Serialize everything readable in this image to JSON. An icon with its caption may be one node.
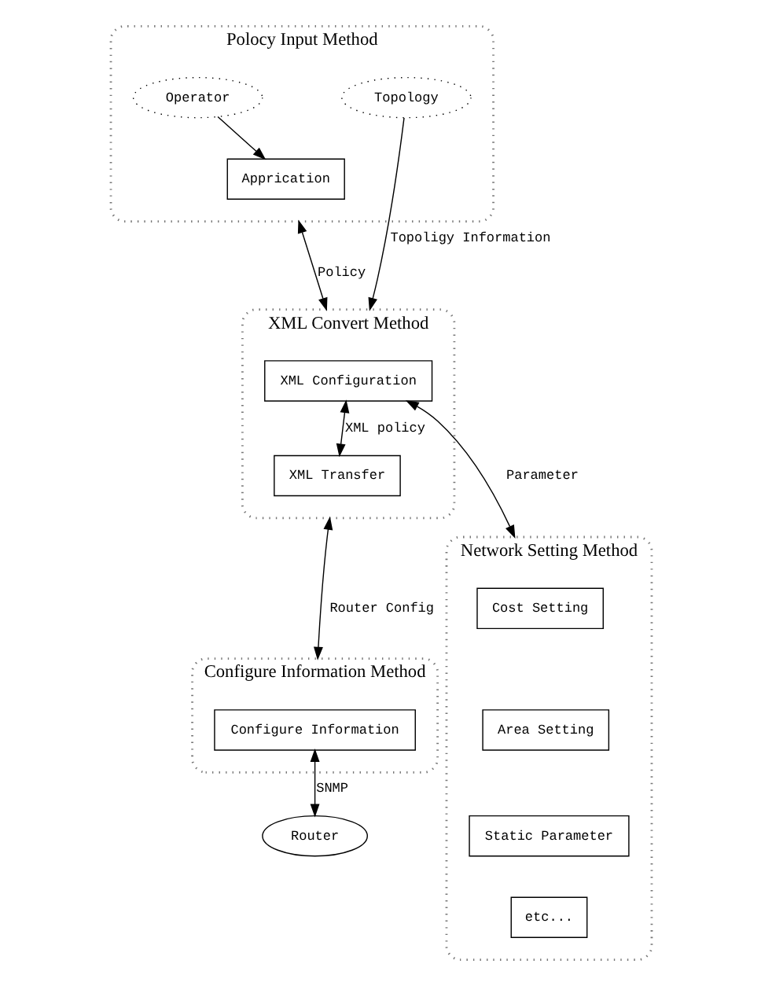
{
  "diagram": {
    "nodes": [
      {
        "text": [
          "Polocy Input Method"
        ]
      },
      {
        "text": [
          "Operator"
        ],
        "in": 0
      },
      {
        "text": [
          "Topology"
        ],
        "in": 0
      },
      {
        "text": [
          "Apprication"
        ],
        "in": 0
      },
      {
        "text": [
          "XML Convert Method"
        ]
      },
      {
        "text": [
          "XML Configuration"
        ],
        "in": 4
      },
      {
        "text": [
          "XML Transfer"
        ],
        "in": 4
      },
      {
        "text": [
          "Network Setting Method"
        ]
      },
      {
        "text": [
          "Cost Setting"
        ],
        "in": 7
      },
      {
        "text": [
          "Area Setting"
        ],
        "in": 7
      },
      {
        "text": [
          "Static Parameter"
        ],
        "in": 7
      },
      {
        "text": [
          "etc..."
        ],
        "in": 7
      },
      {
        "text": [
          "Configure Information Method"
        ]
      },
      {
        "text": [
          "Configure Information"
        ],
        "in": 12
      },
      {
        "text": [
          "Router"
        ]
      }
    ],
    "edges": [
      {
        "from": 1,
        "to": 3,
        "arrow": "to"
      },
      {
        "from": 0,
        "to": 4,
        "arrow": "both",
        "label": "Policy"
      },
      {
        "from": 2,
        "to": 4,
        "arrow": "to",
        "label": "Topoligy Information"
      },
      {
        "from": 5,
        "to": 7,
        "arrow": "both",
        "label": "Parameter"
      },
      {
        "from": 5,
        "to": 6,
        "arrow": "both",
        "label": "XML policy"
      },
      {
        "from": 4,
        "to": 12,
        "arrow": "both",
        "label": "Router Config"
      },
      {
        "from": 13,
        "to": 14,
        "arrow": "both",
        "label": "SNMP"
      }
    ]
  }
}
